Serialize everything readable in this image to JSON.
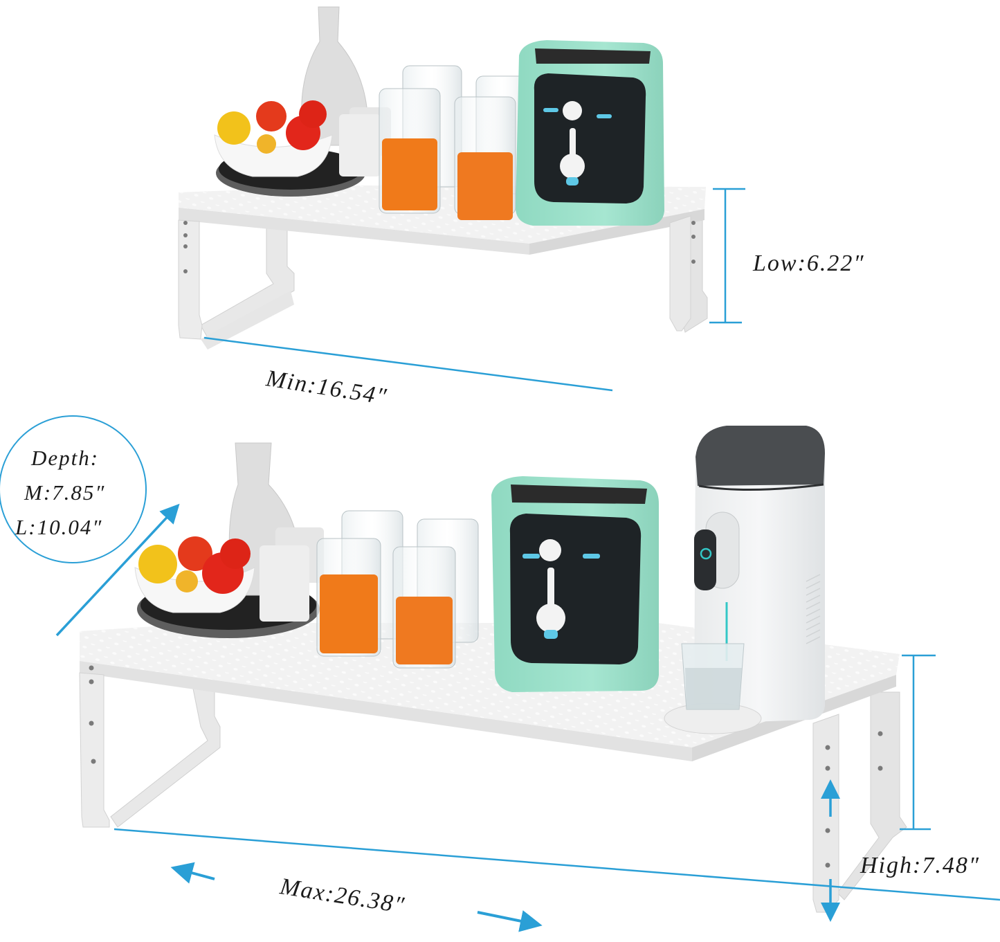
{
  "image": {
    "type": "product-dimension-illustration",
    "subject": "Expandable kitchen counter shelf organizer shown in two configurations"
  },
  "colors": {
    "background": "#ffffff",
    "dimension_line": "#2a9fd6",
    "shelf_white": "#eeeeee",
    "shelf_shadow": "#d6d6d6",
    "toaster_mint": "#9fe3cc",
    "toaster_panel": "#1e2326",
    "toaster_accent": "#5ec8e6",
    "pasta_orange": "#f07a1a",
    "fruit_red": "#e2261b",
    "fruit_yellow": "#f3c21b",
    "tray_steel": "#6d6d6d",
    "dispenser_lid": "#4a4d50",
    "water_stream": "#33c7c7",
    "text": "#1a1a1a"
  },
  "top_shelf": {
    "configuration": "minimum length, low height",
    "items": [
      "white vase",
      "fruit bowl on steel turntable tray",
      "white cups",
      "glass jars with penne pasta",
      "glass jars with rotini pasta",
      "mint two-slice toaster"
    ],
    "dimensions": {
      "height_label": "Low:6.22″",
      "length_label": "Min:16.54″"
    }
  },
  "bottom_shelf": {
    "configuration": "maximum length, high height",
    "items": [
      "white vase",
      "fruit bowl on steel turntable tray",
      "white cups",
      "glass jars with penne pasta",
      "glass jars with rotini pasta",
      "mint two-slice toaster",
      "countertop water dispenser with glass"
    ],
    "dimensions": {
      "height_label": "High:7.48″",
      "length_label": "Max:26.38″"
    }
  },
  "depth_badge": {
    "title": "Depth:",
    "medium": "M:7.85″",
    "large": "L:10.04″"
  }
}
